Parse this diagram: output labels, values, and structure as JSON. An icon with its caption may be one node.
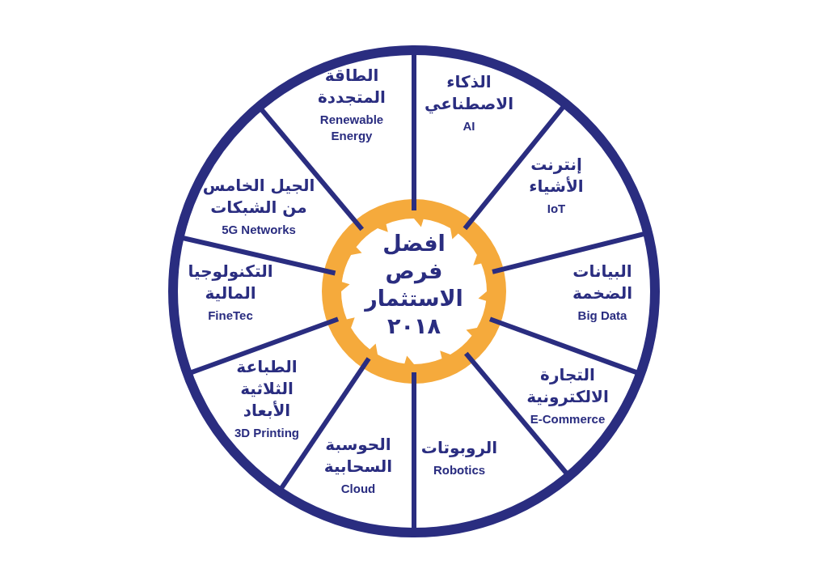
{
  "diagram": {
    "nodes": [
      {
        "text": [
          "افضل فرص الاستثمار",
          "٢٠١٨"
        ]
      },
      {
        "text": [
          "الذكاء الاصطناعي",
          "AI"
        ]
      },
      {
        "text": [
          "إنترنت الأشياء",
          "IoT"
        ]
      },
      {
        "text": [
          "البيانات الضخمة",
          "Big Data"
        ]
      },
      {
        "text": [
          "التجارة الالكترونية",
          "E-Commerce"
        ]
      },
      {
        "text": [
          "الروبوتات",
          "Robotics"
        ]
      },
      {
        "text": [
          "الحوسبة السحابية",
          "Cloud"
        ]
      },
      {
        "text": [
          "الطباعة الثلاثية الأبعاد",
          "3D Printing"
        ]
      },
      {
        "text": [
          "التكنولوجيا المالية",
          "FineTec"
        ]
      },
      {
        "text": [
          "الجيل الخامس من الشبكات",
          "5G Networks"
        ]
      },
      {
        "text": [
          "الطاقة المتجددة",
          "Renewable Energy"
        ]
      }
    ]
  }
}
